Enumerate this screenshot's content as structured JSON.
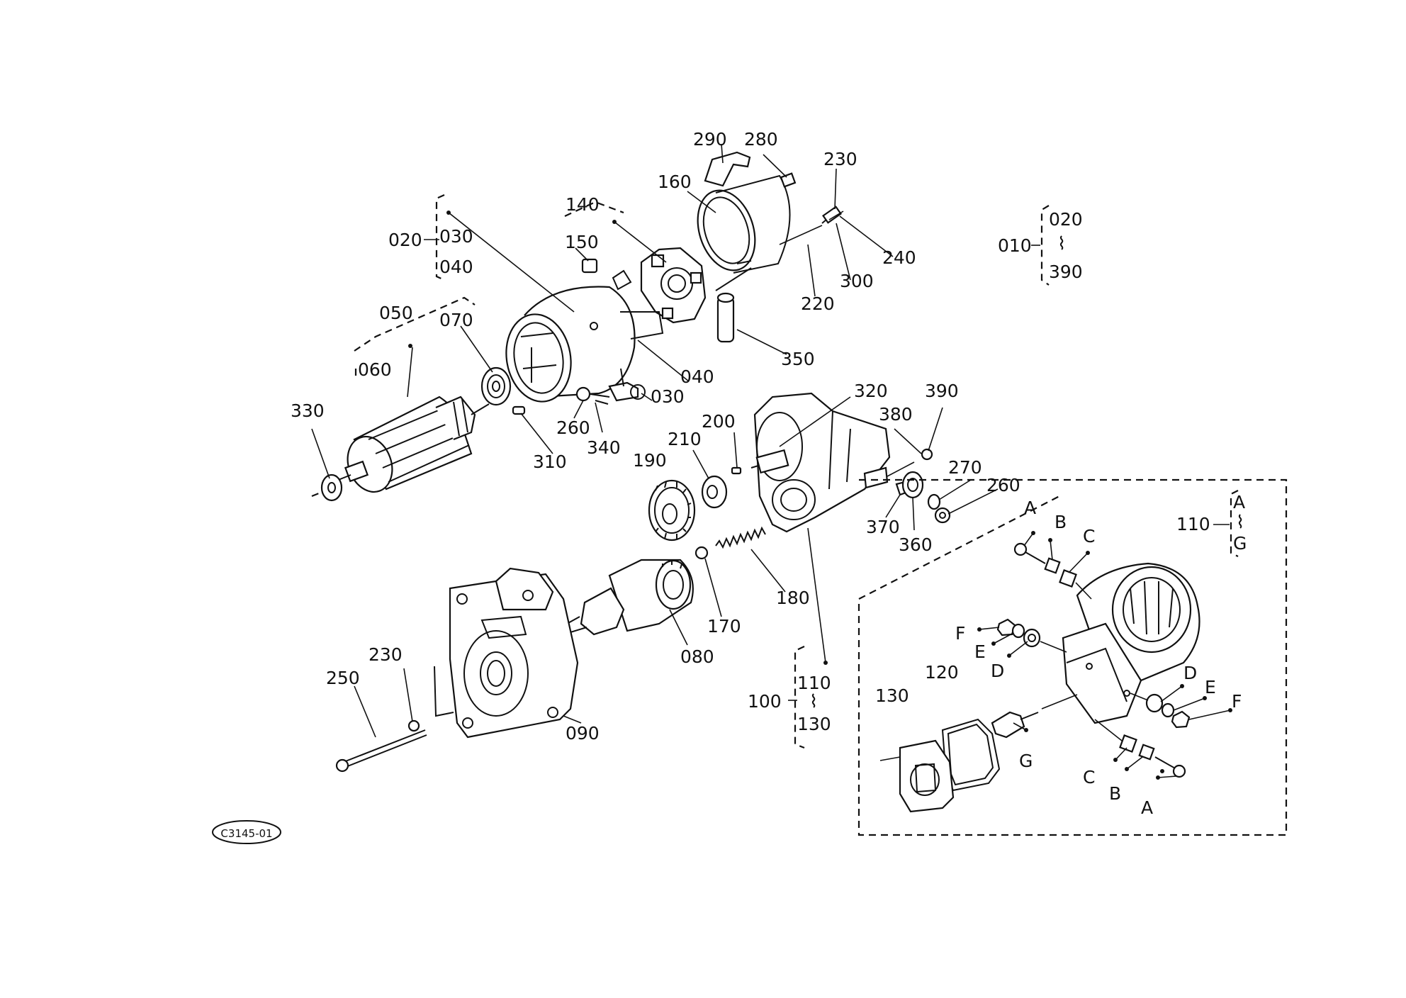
{
  "diagram": {
    "code": "C3145-01",
    "labels": {
      "l290": "290",
      "l280": "280",
      "l230a": "230",
      "l160": "160",
      "l140": "140",
      "l150": "150",
      "l020": "020",
      "l030a": "030",
      "l040a": "040",
      "l240": "240",
      "l300": "300",
      "l220": "220",
      "l350": "350",
      "l050": "050",
      "l070": "070",
      "l060": "060",
      "l040b": "040",
      "l030b": "030",
      "l330": "330",
      "l260a": "260",
      "l340": "340",
      "l310": "310",
      "l320": "320",
      "l390": "390",
      "l380": "380",
      "l200": "200",
      "l210": "210",
      "l190": "190",
      "l270": "270",
      "l260b": "260",
      "l370": "370",
      "l360": "360",
      "l180": "180",
      "l170": "170",
      "l080": "080",
      "l090": "090",
      "l230b": "230",
      "l250": "250",
      "l100": "100",
      "l110": "110",
      "l130": "130",
      "l010": "010",
      "l020b": "020",
      "l390b": "390",
      "l110b": "110",
      "lA_top": "A",
      "lG_top": "G",
      "A1": "A",
      "B1": "B",
      "C1": "C",
      "F1": "F",
      "E1": "E",
      "D1": "D",
      "D2": "D",
      "E2": "E",
      "F2": "F",
      "G2": "G",
      "C2": "C",
      "B2": "B",
      "A2": "A",
      "l120": "120",
      "l130b": "130"
    }
  }
}
